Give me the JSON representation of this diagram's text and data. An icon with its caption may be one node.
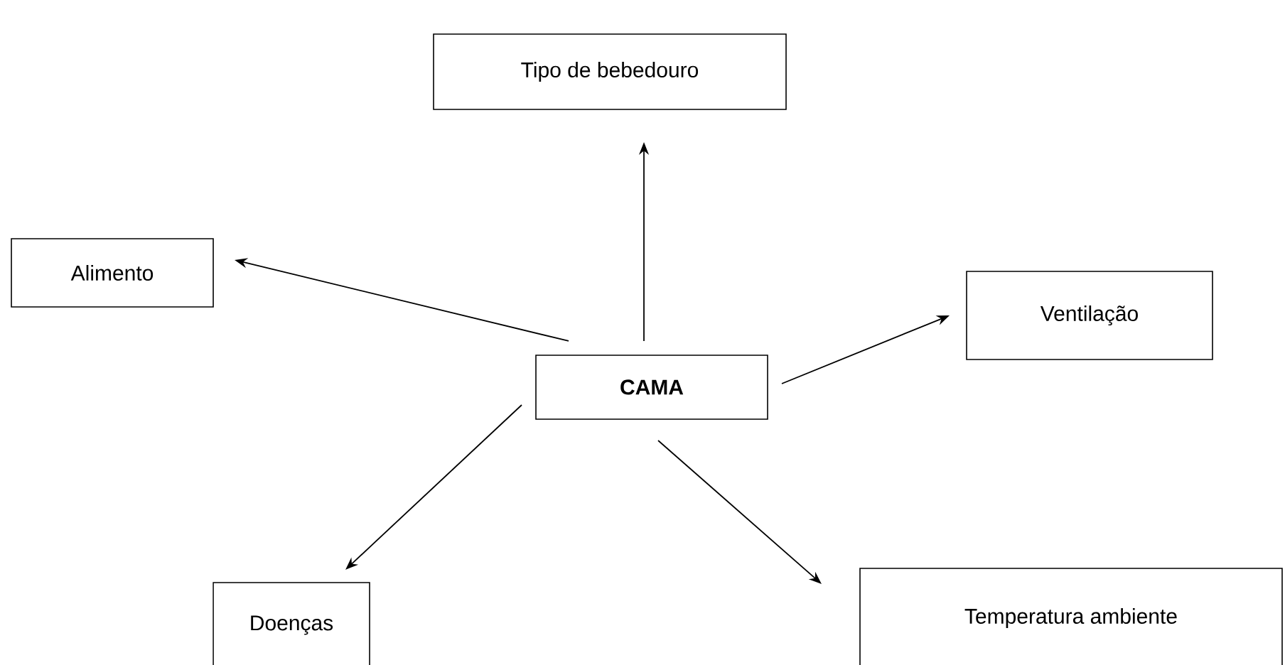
{
  "diagram": {
    "nodes": [
      {
        "text": [
          "CAMA"
        ]
      },
      {
        "text": [
          "Tipo de bebedouro"
        ]
      },
      {
        "text": [
          "Alimento"
        ]
      },
      {
        "text": [
          "Ventilação"
        ]
      },
      {
        "text": [
          "Doenças"
        ]
      },
      {
        "text": [
          "Temperatura ambiente"
        ]
      }
    ],
    "edges": [
      {
        "from": 0,
        "to": 1,
        "arrow": "to"
      },
      {
        "from": 0,
        "to": 2,
        "arrow": "to"
      },
      {
        "from": 0,
        "to": 3,
        "arrow": "to"
      },
      {
        "from": 0,
        "to": 4,
        "arrow": "to"
      },
      {
        "from": 0,
        "to": 5,
        "arrow": "to"
      }
    ]
  }
}
